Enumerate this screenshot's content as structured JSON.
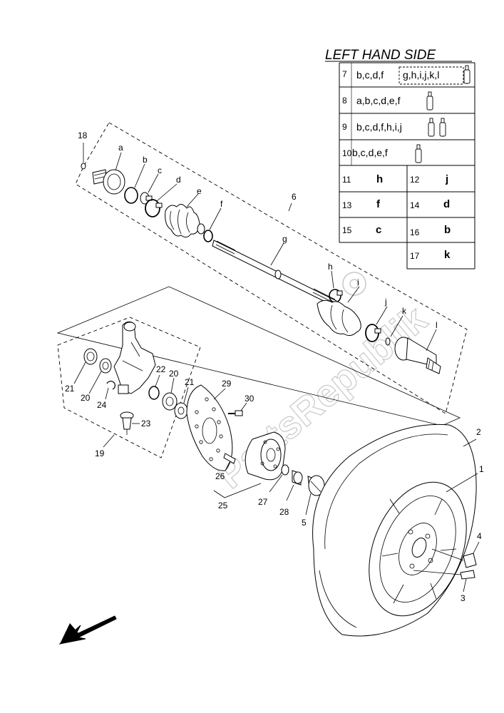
{
  "table": {
    "title": "LEFT HAND SIDE",
    "rows": [
      {
        "num": "7",
        "text": "b,c,d,f",
        "boxed": "g,h,i,j,k,l",
        "tubes": 1
      },
      {
        "num": "8",
        "text": "a,b,c,d,e,f",
        "tubes": 1
      },
      {
        "num": "9",
        "text": "b,c,d,f,h,i,j",
        "tubes": 2
      },
      {
        "num": "10",
        "text": "b,c,d,e,f",
        "tubes": 1
      }
    ],
    "pairs": [
      {
        "n1": "11",
        "v1": "h",
        "n2": "12",
        "v2": "j"
      },
      {
        "n1": "13",
        "v1": "f",
        "n2": "14",
        "v2": "d"
      },
      {
        "n1": "15",
        "v1": "c",
        "n2": "16",
        "v2": "b"
      }
    ],
    "last": {
      "num": "17",
      "value": "k"
    }
  },
  "callouts": {
    "p18": "18",
    "pa": "a",
    "pb": "b",
    "pc": "c",
    "pd": "d",
    "pe": "e",
    "pf": "f",
    "pg": "g",
    "ph": "h",
    "pi": "i",
    "pj": "j",
    "pk": "k",
    "pl": "l",
    "p6": "6",
    "p19": "19",
    "p20a": "20",
    "p20b": "20",
    "p21a": "21",
    "p21b": "21",
    "p22": "22",
    "p23": "23",
    "p24": "24",
    "p25": "25",
    "p26": "26",
    "p27": "27",
    "p28": "28",
    "p29": "29",
    "p30": "30",
    "p5": "5",
    "p1": "1",
    "p2": "2",
    "p3": "3",
    "p4": "4"
  },
  "watermark": "PartsRepublik"
}
